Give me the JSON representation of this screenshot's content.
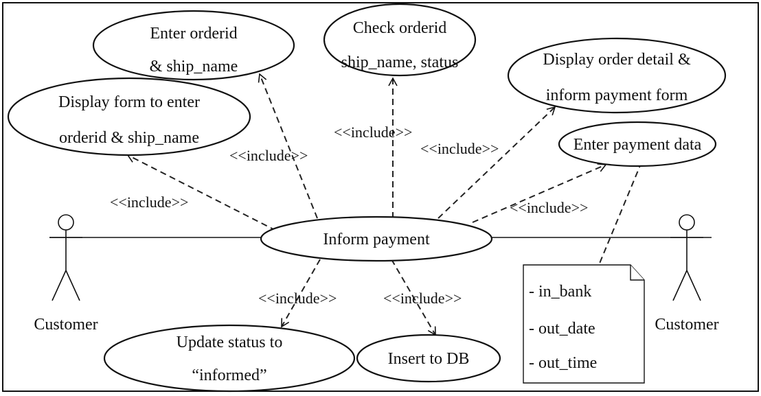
{
  "diagram": {
    "use_cases": {
      "inform_payment": "Inform  payment",
      "enter_orderid": [
        "Enter  orderid",
        "& ship_name"
      ],
      "check_orderid": [
        "Check orderid",
        "ship_name, status"
      ],
      "display_order": [
        "Display order detail &",
        "inform  payment  form"
      ],
      "display_form": [
        "Display  form to enter",
        "orderid & ship_name"
      ],
      "enter_payment": "Enter payment data",
      "update_status": [
        "Update status to",
        "“informed”"
      ],
      "insert_db": "Insert to DB"
    },
    "include_label": "<<include>>",
    "actors": {
      "left": "Customer",
      "right": "Customer"
    },
    "note_lines": [
      "- in_bank",
      "- out_date",
      "- out_time"
    ]
  }
}
